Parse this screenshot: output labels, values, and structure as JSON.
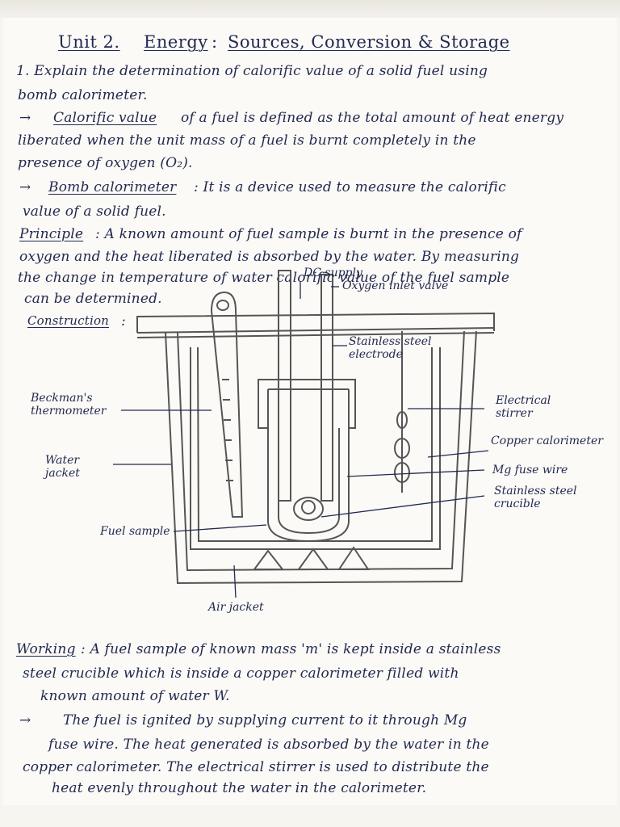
{
  "page": {
    "title_unit": "Unit 2.",
    "title_energy": "Energy",
    "title_colon": ":",
    "title_rest": "Sources, Conversion & Storage",
    "question": "1. Explain the determination of calorific value of a solid fuel using",
    "question_cont": "bomb calorimeter.",
    "def_arrow": "→",
    "def_term": "Calorific value",
    "def_rest": "of a fuel is defined as the total amount of heat energy",
    "def_line2": "liberated when the unit mass of a fuel is burnt completely in the",
    "def_line3": "presence of oxygen (O₂).",
    "bomb_arrow": "→",
    "bomb_term": "Bomb calorimeter",
    "bomb_rest": ": It is a device used to measure the calorific",
    "bomb_line2": "value of a solid fuel.",
    "principle_term": "Principle",
    "principle_rest": ": A known amount of fuel sample is burnt in the presence of",
    "principle_line2": "oxygen and the heat liberated is absorbed by the water. By measuring",
    "principle_line3": "the change in temperature of water   calorific value of the fuel sample",
    "principle_line4": "can be determined.",
    "construction_term": "Construction",
    "construction_colon": ":",
    "working_term": "Working",
    "working_rest": ": A fuel sample of known mass 'm' is kept inside a stainless",
    "working_line2": "steel crucible which is inside a copper calorimeter filled with",
    "working_line3": "known amount of water W.",
    "work_arrow": "→",
    "work_line4": "The fuel is ignited by supplying current to it through Mg",
    "work_line5": "fuse wire. The heat generated is absorbed by the water in the",
    "work_line6": "copper calorimeter. The electrical stirrer is used to distribute the",
    "work_line7": "heat evenly throughout the water in the calorimeter."
  },
  "diagram_labels": {
    "dc_supply": "DC supply",
    "oxygen_inlet": "Oxygen inlet valve",
    "electrode": "Stainless steel electrode",
    "thermometer": "Beckman's thermometer",
    "stirrer": "Electrical stirrer",
    "water_jacket": "Water jacket",
    "copper_calorimeter": "Copper calorimeter",
    "mg_fuse": "Mg fuse wire",
    "crucible": "Stainless steel crucible",
    "fuel_sample": "Fuel sample",
    "air_jacket": "Air jacket"
  },
  "colors": {
    "ink": "#23294f",
    "pencil": "#555555",
    "paper": "#fbfaf7"
  }
}
